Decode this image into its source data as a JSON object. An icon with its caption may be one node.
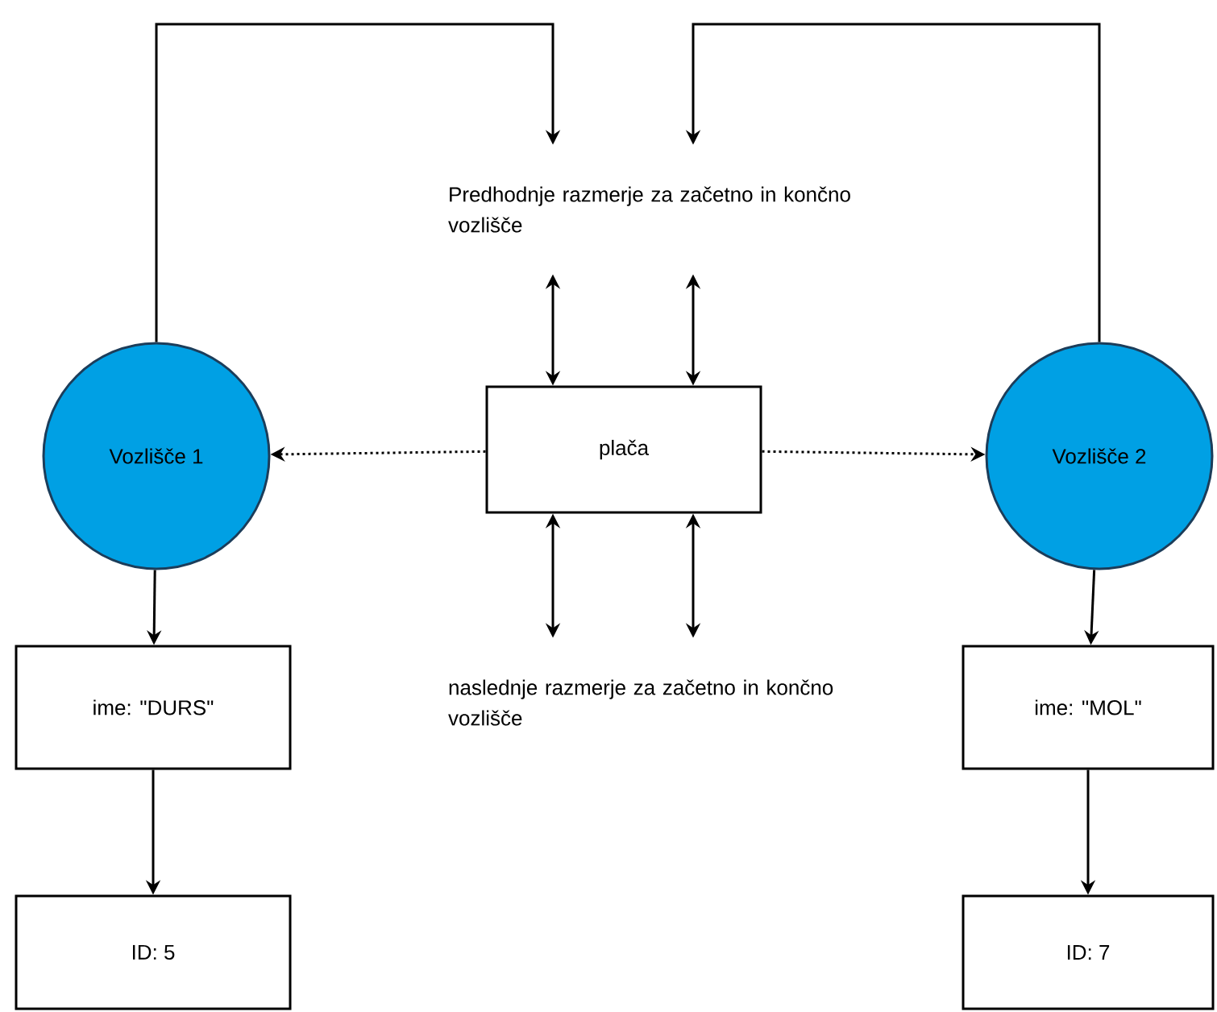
{
  "diagram": {
    "nodes": [
      {
        "text": [
          "Vozlišče 1"
        ]
      },
      {
        "text": [
          "plača"
        ]
      },
      {
        "text": [
          "Vozlišče 2"
        ]
      },
      {
        "text": [
          "Predhodnje razmerje za začetno in končno vozlišče"
        ]
      },
      {
        "text": [
          "naslednje razmerje za začetno in končno vozlišče"
        ]
      },
      {
        "text": [
          "ime: \"DURS\""
        ]
      },
      {
        "text": [
          "ime: \"MOL\""
        ]
      },
      {
        "text": [
          "ID: 5"
        ]
      },
      {
        "text": [
          "ID: 7"
        ]
      }
    ],
    "edges": [
      {
        "from": 0,
        "to": 3,
        "arrow": "to"
      },
      {
        "from": 2,
        "to": 3,
        "arrow": "to"
      },
      {
        "from": 1,
        "to": 3,
        "arrow": "both"
      },
      {
        "from": 1,
        "to": 3,
        "arrow": "both"
      },
      {
        "from": 1,
        "to": 0,
        "arrow": "to",
        "style": "dashed"
      },
      {
        "from": 1,
        "to": 2,
        "arrow": "to",
        "style": "dashed"
      },
      {
        "from": 1,
        "to": 4,
        "arrow": "both"
      },
      {
        "from": 1,
        "to": 4,
        "arrow": "both"
      },
      {
        "from": 0,
        "to": 5,
        "arrow": "to"
      },
      {
        "from": 5,
        "to": 7,
        "arrow": "to"
      },
      {
        "from": 2,
        "to": 6,
        "arrow": "to"
      },
      {
        "from": 6,
        "to": 8,
        "arrow": "to"
      }
    ]
  }
}
